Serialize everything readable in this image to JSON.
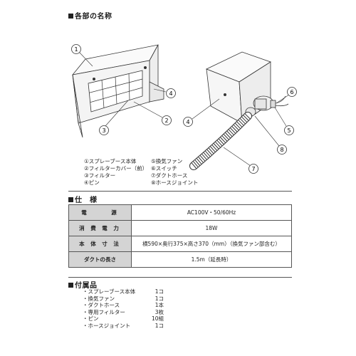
{
  "section_parts": {
    "title": "各部の名称"
  },
  "callouts": [
    "1",
    "2",
    "3",
    "4",
    "4",
    "5",
    "6",
    "7",
    "8"
  ],
  "parts_list": {
    "left": [
      "①スプレーブース本体",
      "②フィルターカバー（前）",
      "③フィルター",
      "④ピン"
    ],
    "right": [
      "⑤換気ファン",
      "⑥スイッチ",
      "⑦ダクトホース",
      "⑧ホースジョイント"
    ]
  },
  "section_spec": {
    "title": "仕　様"
  },
  "spec_table": [
    {
      "label": "電　　　源",
      "value": "AC100V・50/60Hz"
    },
    {
      "label": "消 費 電 力",
      "value": "18W"
    },
    {
      "label": "本 体 寸 法",
      "value": "横590×奥行375×高さ370（mm）（換気ファン部含む）"
    },
    {
      "label": "ダクトの長さ",
      "value": "1.5m（延長時）"
    }
  ],
  "section_acc": {
    "title": "付属品"
  },
  "accessories": [
    {
      "name": "・スプレーブース本体",
      "qty": "1コ"
    },
    {
      "name": "・換気ファン",
      "qty": "1コ"
    },
    {
      "name": "・ダクトホース",
      "qty": "1本"
    },
    {
      "name": "・専用フィルター",
      "qty": "3枚"
    },
    {
      "name": "・ピン",
      "qty": "10組"
    },
    {
      "name": "・ホースジョイント",
      "qty": "1コ"
    }
  ]
}
